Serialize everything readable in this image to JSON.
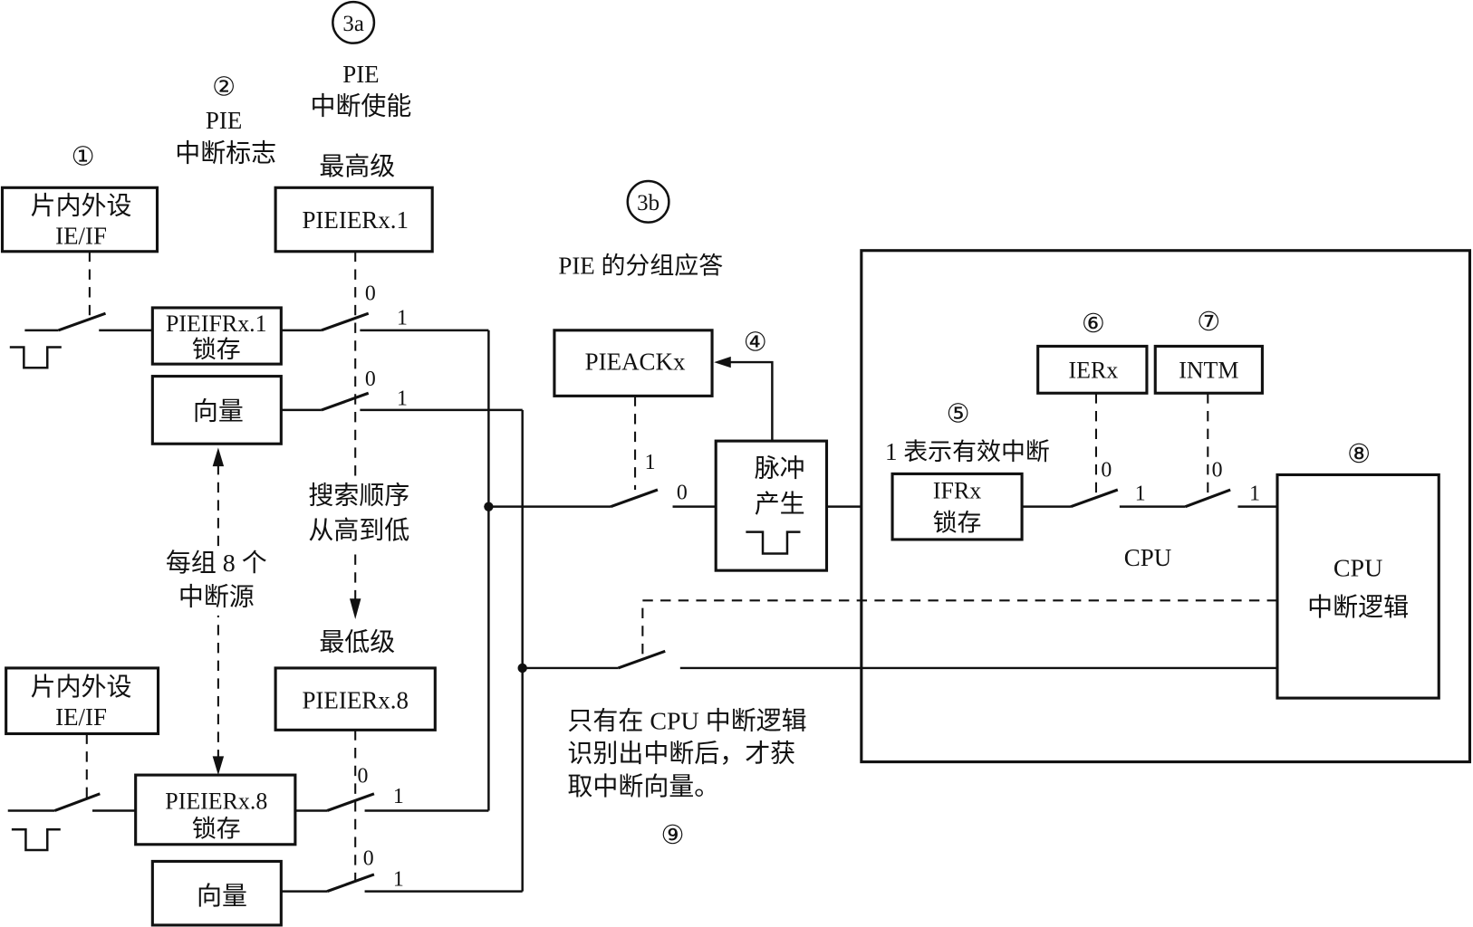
{
  "markers": {
    "m1": "①",
    "m2": "②",
    "m3a": "3a",
    "m3b": "3b",
    "m4": "④",
    "m5": "⑤",
    "m6": "⑥",
    "m7": "⑦",
    "m8": "⑧",
    "m9": "⑨"
  },
  "labels": {
    "pie_flag_title": "PIE",
    "pie_flag_sub": "中断标志",
    "pie_enable_title": "PIE",
    "pie_enable_sub": "中断使能",
    "highest": "最高级",
    "lowest": "最低级",
    "group_ack": "PIE 的分组应答",
    "search_order_1": "搜索顺序",
    "search_order_2": "从高到低",
    "group_sources_1": "每组 8 个",
    "group_sources_2": "中断源",
    "valid_interrupt": "1 表示有效中断",
    "cpu": "CPU",
    "note_1": "只有在 CPU 中断逻辑",
    "note_2": "识别出中断后，才获",
    "note_3": "取中断向量。"
  },
  "boxes": {
    "periph1_l1": "片内外设",
    "periph1_l2": "IE/IF",
    "periph8_l1": "片内外设",
    "periph8_l2": "IE/IF",
    "pieier1": "PIEIERx.1",
    "pieier8": "PIEIERx.8",
    "pieifr1_l1": "PIEIFRx.1",
    "pieifr1_l2": "锁存",
    "pieifr8_l1": "PIEIERx.8",
    "pieifr8_l2": "锁存",
    "vector1": "向量",
    "vector8": "向量",
    "pieack": "PIEACKx",
    "pulse_l1": "脉冲",
    "pulse_l2": "产生",
    "ifr_l1": "IFRx",
    "ifr_l2": "锁存",
    "ier": "IERx",
    "intm": "INTM",
    "cpu_logic_l1": "CPU",
    "cpu_logic_l2": "中断逻辑"
  },
  "switch_states": {
    "s_on": "1",
    "s_off": "0"
  }
}
